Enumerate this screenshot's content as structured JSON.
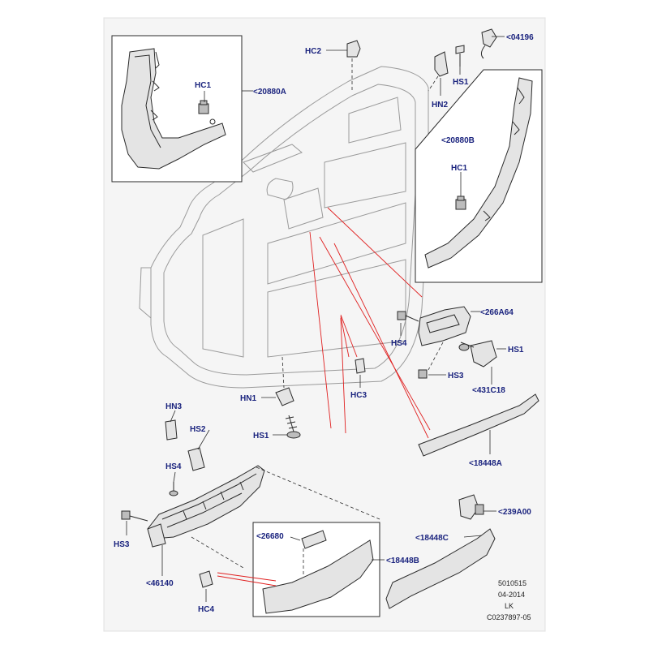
{
  "colors": {
    "label": "#1a237e",
    "callout_lines": "#e02020",
    "line_art": "#2a2a2a",
    "background": "#f5f5f5"
  },
  "labels": {
    "hc2": "HC2",
    "p04196": "<04196",
    "hs1_top": "HS1",
    "hn2": "HN2",
    "hc1_a": "HC1",
    "p20880a": "<20880A",
    "p20880b": "<20880B",
    "hc1_b": "HC1",
    "p266a64": "<266A64",
    "hs4_right": "HS4",
    "hs1_right": "HS1",
    "hs3_right": "HS3",
    "p431c18": "<431C18",
    "hc3": "HC3",
    "hn1": "HN1",
    "hs1_mid": "HS1",
    "p18448a": "<18448A",
    "hn3": "HN3",
    "hs2": "HS2",
    "hs4_left": "HS4",
    "hs3_left": "HS3",
    "p46140": "<46140",
    "p239a00": "<239A00",
    "p26680": "<26680",
    "p18448b": "<18448B",
    "p18448c": "<18448C",
    "hc4": "HC4"
  },
  "footer": {
    "code": "5010515",
    "date": "04-2014",
    "initials": "LK",
    "ref": "C0237897-05"
  }
}
